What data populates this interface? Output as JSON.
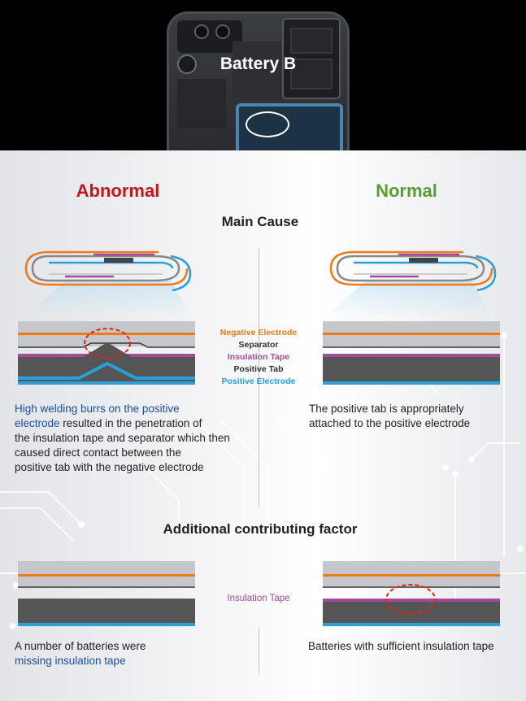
{
  "top": {
    "title": "Battery B"
  },
  "headings": {
    "abnormal": "Abnormal",
    "normal": "Normal"
  },
  "sections": {
    "main_cause": "Main Cause",
    "additional": "Additional contributing factor"
  },
  "layer_labels": {
    "negative_electrode": "Negative Electrode",
    "separator": "Separator",
    "insulation_tape": "Insulation Tape",
    "positive_tab": "Positive Tab",
    "positive_electrode": "Positive Electrode",
    "insulation_tape_bottom": "Insulation Tape"
  },
  "captions": {
    "abnormal_main": {
      "line1_hl": "High welding burrs on the positive",
      "line2_hl": "electrode",
      "line2_rest": " resulted in the penetration of",
      "line3": "the insulation tape and separator which then",
      "line4": "caused direct contact between the",
      "line5": "positive tab with the negative electrode"
    },
    "normal_main": {
      "line1": "The positive tab is appropriately",
      "line2": "attached to the positive electrode"
    },
    "abnormal_additional": {
      "line1": "A number of batteries were",
      "line2_hl": "missing insulation tape"
    },
    "normal_additional": {
      "line1": "Batteries with sufficient insulation tape"
    }
  },
  "colors": {
    "abnormal": "#c4161c",
    "normal": "#5a9e2f",
    "negative_electrode": "#f07a1a",
    "insulation_tape": "#a44a9c",
    "positive_electrode": "#2a9fd8",
    "highlight_text": "#1a4fa0"
  }
}
